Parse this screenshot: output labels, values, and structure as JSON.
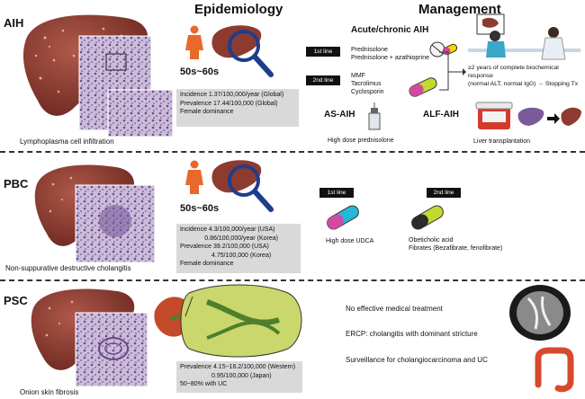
{
  "headers": {
    "epidemiology": "Epidemiology",
    "management": "Management"
  },
  "aih": {
    "label": "AIH",
    "caption": "Lymphoplasma cell infiltration",
    "age": "50s~60s",
    "stats": [
      "Incidence 1.37/100,000/year (Global)",
      "Prevalence 17.44/100,000 (Global)",
      "Female dominance"
    ],
    "mgmt_title": "Acute/chronic AIH",
    "first_line_badge": "1st line",
    "first_line": [
      "Prednisolone",
      "Prednisolone + azathioprine"
    ],
    "second_line_badge": "2nd line",
    "second_line": [
      "MMF",
      "Tacrolimus",
      "Cyclosporin"
    ],
    "response": [
      "≥2 years of complete biochemical response",
      "(normal ALT, normal IgG) → Stopping Tx"
    ],
    "as_title": "AS-AIH",
    "as_caption": "High dose prednisolone",
    "alf_title": "ALF-AIH",
    "alf_caption": "Liver transplantation"
  },
  "pbc": {
    "label": "PBC",
    "caption": "Non-suppurative destructive cholangitis",
    "age": "50s~60s",
    "stats": [
      "Incidence 4.3/100,000/year (USA)",
      "              0.86/100,000/year (Korea)",
      "Prevalence 39.2/100,000 (USA)",
      "                  4.75/100,000 (Korea)",
      "Female dominance"
    ],
    "first_line_badge": "1st line",
    "first_line": [
      "High dose UDCA"
    ],
    "second_line_badge": "2nd line",
    "second_line": [
      "Obeticholic acid",
      "Fibrates (Bezafibrate, fenofibrate)"
    ]
  },
  "psc": {
    "label": "PSC",
    "caption": "Onion skin fibrosis",
    "stats": [
      "Prevalence 4.15~16.2/100,000 (Western)",
      "                  0.95/100,000 (Japan)",
      "50~80% with UC"
    ],
    "mgmt": [
      "No effective medical treatment",
      "ERCP: cholangitis with dominant stricture",
      "Surveillance for cholangiocarcinoma and UC"
    ]
  },
  "colors": {
    "liver": "#8e3b2f",
    "liver_dark": "#6e2a22",
    "gray_box": "#d9d9d9",
    "female": "#e8692a",
    "histo": "#b9a6cc"
  }
}
